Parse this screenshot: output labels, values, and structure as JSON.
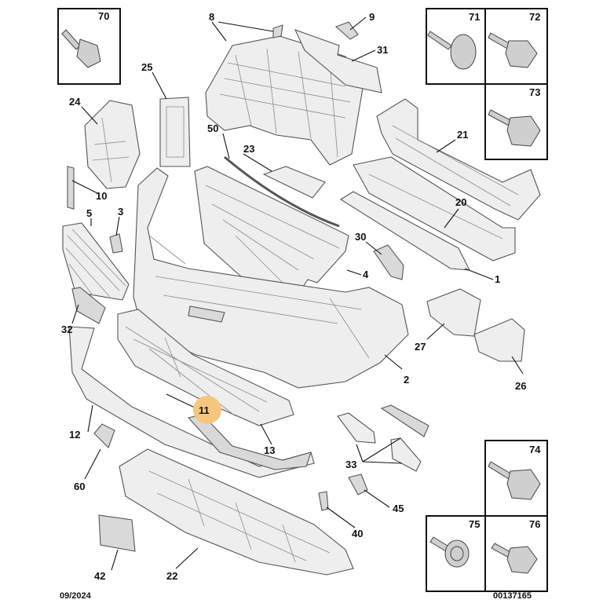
{
  "diagram": {
    "footer_left": "09/2024",
    "footer_right": "00137165",
    "highlight_color": "#f5c77e",
    "highlighted_callout": "11",
    "callouts": [
      "70",
      "71",
      "72",
      "73",
      "74",
      "75",
      "76",
      "8",
      "9",
      "31",
      "25",
      "24",
      "10",
      "5",
      "3",
      "50",
      "23",
      "21",
      "20",
      "30",
      "4",
      "1",
      "32",
      "27",
      "2",
      "26",
      "11",
      "12",
      "60",
      "13",
      "33",
      "45",
      "40",
      "42",
      "22"
    ]
  }
}
